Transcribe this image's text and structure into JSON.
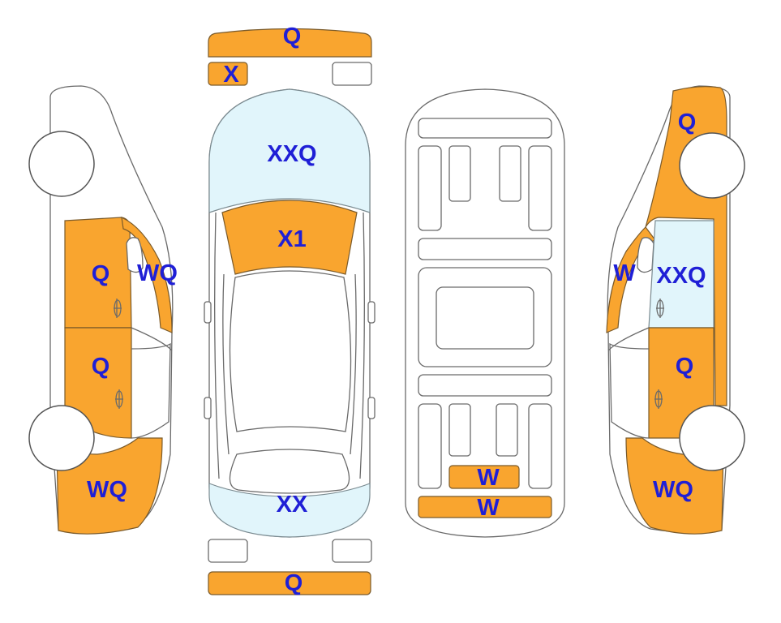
{
  "colors": {
    "damage_fill": "#f9a52f",
    "glass_fill": "#e1f5fb",
    "label_text": "#1f1fd6",
    "outline": "#6a6a6a"
  },
  "front": {
    "bumper": "Q",
    "left_lamp": "X"
  },
  "top_view": {
    "windshield": "XXQ",
    "hood": "X1",
    "rear_glass": "XX"
  },
  "rear": {
    "bumper": "Q"
  },
  "left_side": {
    "front_door": "Q",
    "a_pillar": "WQ",
    "rear_door": "Q",
    "rear_quarter": "WQ"
  },
  "underbody": {
    "upper_panel": "W",
    "lower_panel": "W"
  },
  "right_side": {
    "front_fender": "Q",
    "mirror": "W",
    "front_window": "XXQ",
    "rear_door": "Q",
    "rear_quarter": "WQ"
  }
}
